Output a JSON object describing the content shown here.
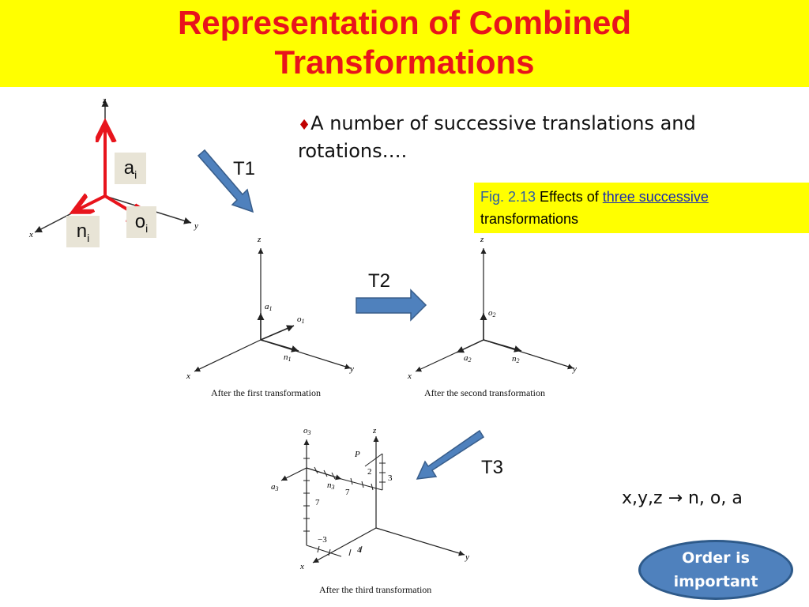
{
  "title": {
    "line1": "Representation of Combined",
    "line2": "Transformations"
  },
  "bullet": {
    "symbol": "♦",
    "text": "A number of successive translations and rotations",
    "ellipsis": "…."
  },
  "figure_caption": {
    "prefix": "Fig. 2.13",
    "mid": " Effects of ",
    "highlight": "three successive",
    "rest": "transformations"
  },
  "arrows": {
    "t1": "T1",
    "t2": "T2",
    "t3": "T3"
  },
  "frame_labels": {
    "a": "a",
    "o": "o",
    "n": "n",
    "sub": "i"
  },
  "mapping_text": "x,y,z → n, o, a",
  "order_button": {
    "line1": "Order is",
    "line2": "important"
  },
  "diagrams": {
    "axis_x": "x",
    "axis_y": "y",
    "axis_z": "z",
    "first": {
      "a": "a",
      "o": "o",
      "n": "n",
      "sub": "1",
      "caption": "After the first transformation"
    },
    "second": {
      "a": "a",
      "o": "o",
      "n": "n",
      "sub": "2",
      "caption": "After the second transformation"
    },
    "third": {
      "a": "a",
      "o": "o",
      "n": "n",
      "sub": "3",
      "p": "P",
      "caption": "After the third transformation",
      "numbers": [
        "2",
        "3",
        "7",
        "7",
        "−3",
        "4"
      ]
    }
  },
  "colors": {
    "title_bg": "#ffff00",
    "title_text": "#e8141c",
    "arrow_fill": "#4f81bd",
    "frame_red": "#e8141c"
  }
}
